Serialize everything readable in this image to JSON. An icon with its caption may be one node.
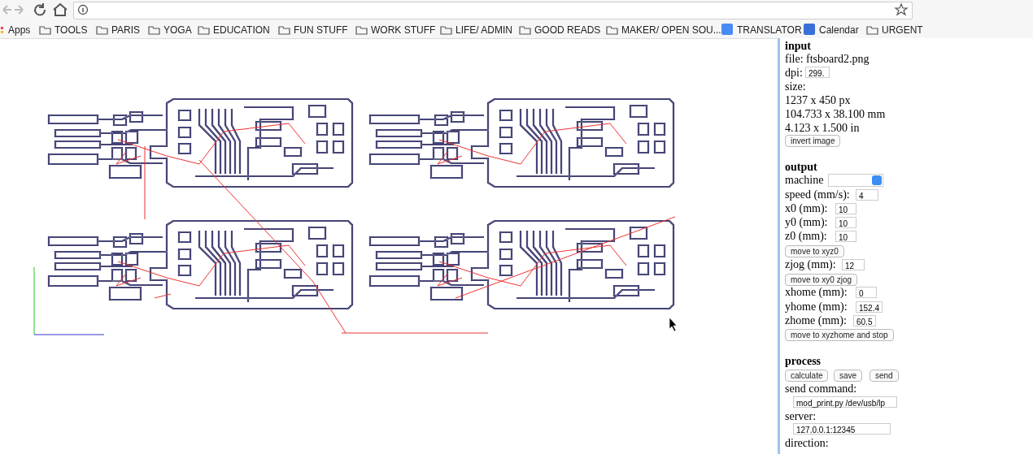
{
  "diagram": {
    "labels": [
      "Apps",
      "TOOLS",
      "PARIS",
      "YOGA",
      "EDUCATION",
      "FUN STUFF",
      "WORK STUFF",
      "LIFE/ ADMIN",
      "GOOD READS",
      "MAKER/ OPEN SOU...",
      "TRANSLATOR",
      "Calendar",
      "URGENT",
      "input",
      "file: ftsboard2.png",
      "dpi:",
      "299.",
      "size:",
      "1237 x 450 px",
      "104.733 x 38.100 mm",
      "4.123 x 1.500 in",
      "invert image",
      "output",
      "machine",
      "speed (mm/s):",
      "4",
      "x0 (mm):",
      "10",
      "y0 (mm):",
      "10",
      "z0 (mm):",
      "10",
      "move to xyz0",
      "zjog (mm):",
      "12",
      "move to xy0 zjog",
      "xhome (mm):",
      "0",
      "yhome (mm):",
      "152.4",
      "zhome (mm):",
      "60.5",
      "move to xyzhome and stop",
      "process",
      "calculate",
      "save",
      "send",
      "send command:",
      "mod_print.py /dev/usb/lp",
      "server:",
      "127.0.0.1:12345",
      "direction:"
    ]
  }
}
